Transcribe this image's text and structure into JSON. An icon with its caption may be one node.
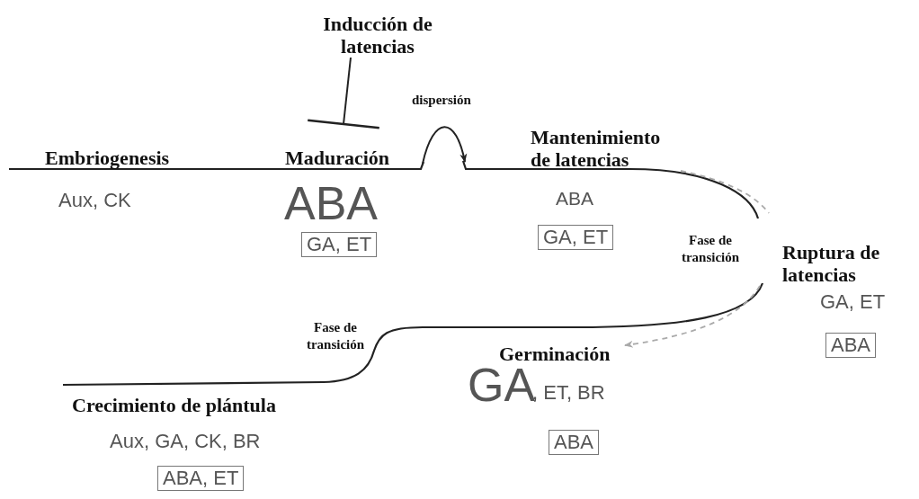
{
  "diagram": {
    "nodes": [
      {
        "text": [
          "Inducción de latencias"
        ]
      },
      {
        "text": [
          "Embriogenesis"
        ]
      },
      {
        "text": [
          "Maduración"
        ]
      },
      {
        "text": [
          "Mantenimiento de latencias"
        ]
      },
      {
        "text": [
          "Ruptura de latencias"
        ]
      },
      {
        "text": [
          "Germinación"
        ]
      },
      {
        "text": [
          "Crecimiento de plántula"
        ]
      },
      {
        "text": [
          "GA, ET"
        ]
      },
      {
        "text": [
          "GA, ET"
        ]
      },
      {
        "text": [
          "ABA"
        ]
      },
      {
        "text": [
          "ABA"
        ]
      },
      {
        "text": [
          "ABA, ET"
        ]
      }
    ],
    "edges": [
      {
        "from": 0,
        "to": 2,
        "arrow": "other"
      },
      {
        "from": 2,
        "to": 3,
        "arrow": "to",
        "label": "dispersión"
      },
      {
        "from": 3,
        "to": 4,
        "arrow": "none",
        "style": "dashed",
        "color": "#aaaaaa"
      },
      {
        "from": 4,
        "to": 5,
        "arrow": "to",
        "style": "dashed",
        "color": "#aaaaaa"
      }
    ],
    "labels": [
      "Aux, CK",
      "ABA",
      "ABA",
      "Fase de transición",
      "GA, ET",
      "Fase de transición",
      "GA",
      ", ET, BR",
      "Aux, GA, CK, BR"
    ]
  }
}
